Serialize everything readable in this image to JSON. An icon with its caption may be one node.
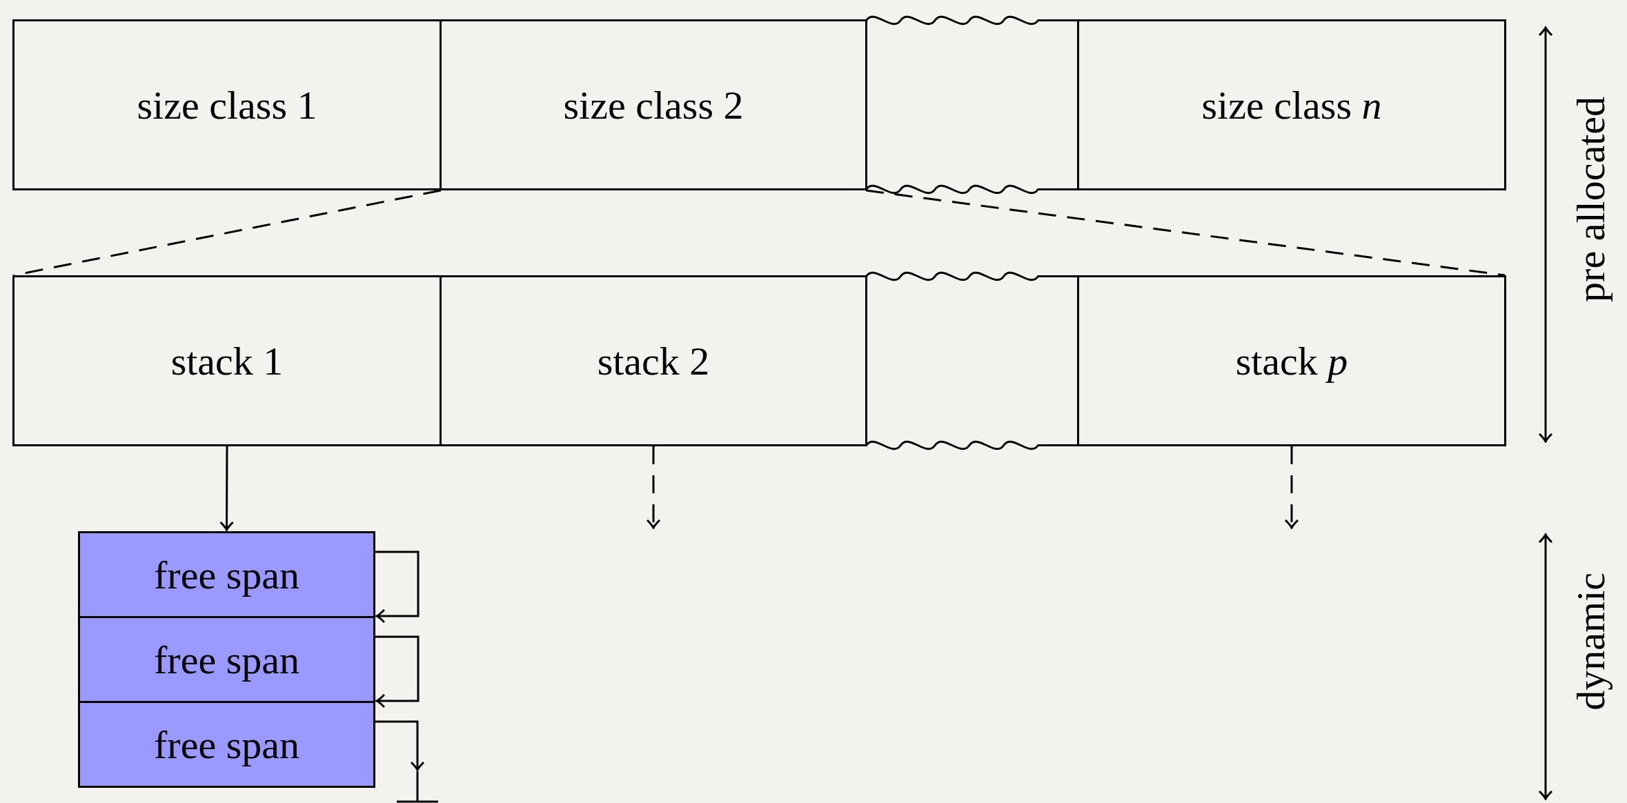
{
  "diagram": {
    "nodes": [
      {
        "text": [
          "size class 1"
        ]
      },
      {
        "text": [
          "size class 2"
        ]
      },
      {
        "text": [],
        "shape": "box"
      },
      {
        "text": [
          "size class *n*"
        ]
      },
      {
        "text": [
          "stack 1"
        ]
      },
      {
        "text": [
          "stack 2"
        ]
      },
      {
        "text": [],
        "shape": "box"
      },
      {
        "text": [
          "stack *p*"
        ]
      },
      {
        "text": [
          "free span"
        ]
      },
      {
        "text": [
          "free span"
        ]
      },
      {
        "text": [
          "free span"
        ]
      },
      {
        "text": [],
        "shape": "bar"
      }
    ],
    "edges": [
      {
        "from": 1,
        "to": 4,
        "arrow": "none",
        "style": "dashed"
      },
      {
        "from": 1,
        "to": 7,
        "arrow": "none",
        "style": "dashed"
      },
      {
        "from": 4,
        "to": 8,
        "arrow": "to"
      },
      {
        "from": 5,
        "to": null,
        "arrow": "to",
        "style": "dashed"
      },
      {
        "from": 7,
        "to": null,
        "arrow": "to",
        "style": "dashed"
      },
      {
        "from": 8,
        "to": 9,
        "arrow": "to"
      },
      {
        "from": 9,
        "to": 10,
        "arrow": "to"
      },
      {
        "from": 10,
        "to": 11,
        "arrow": "to"
      }
    ],
    "labels": [
      "pre allocated",
      "dynamic"
    ]
  }
}
